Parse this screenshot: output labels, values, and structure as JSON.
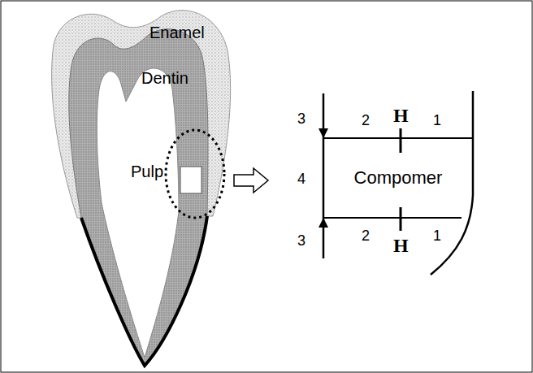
{
  "diagram": {
    "nodes": [
      {
        "text": [
          "Compomer"
        ]
      }
    ],
    "labels": [
      "Enamel",
      "Dentin",
      "Pulp",
      "3",
      "2",
      "H",
      "1",
      "4",
      "3",
      "2",
      "H",
      "1"
    ]
  }
}
